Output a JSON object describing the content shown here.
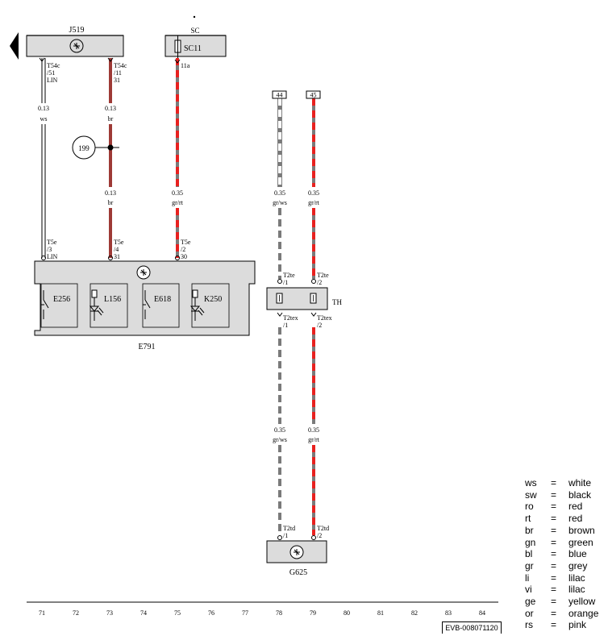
{
  "components": {
    "j519": "J519",
    "sc": "SC",
    "sc11": "SC11",
    "e791": "E791",
    "e256": "E256",
    "l156": "L156",
    "e618": "E618",
    "k250": "K250",
    "th": "TH",
    "g625": "G625",
    "ref_199": "199"
  },
  "connectors": {
    "w1_top_a": "T54c",
    "w1_top_b": "/51",
    "w1_top_c": "LIN",
    "w2_top_a": "T54c",
    "w2_top_b": "/11",
    "w2_top_c": "31",
    "w3_top": "11a",
    "w1_bot_a": "T5e",
    "w1_bot_b": "/3",
    "w1_bot_c": "LIN",
    "w2_bot_a": "T5e",
    "w2_bot_b": "/4",
    "w2_bot_c": "31",
    "w3_bot_a": "T5e",
    "w3_bot_b": "/2",
    "w3_bot_c": "30",
    "box44": "44",
    "box45": "45",
    "w4_t2te_a": "T2te",
    "w4_t2te_b": "/1",
    "w5_t2te_a": "T2te",
    "w5_t2te_b": "/2",
    "w4_t2tex_a": "T2tex",
    "w4_t2tex_b": "/1",
    "w5_t2tex_a": "T2tex",
    "w5_t2tex_b": "/2",
    "w4_t2td_a": "T2td",
    "w4_t2td_b": "/1",
    "w5_t2td_a": "T2td",
    "w5_t2td_b": "/2"
  },
  "wires": {
    "w1_size": "0.13",
    "w1_color": "ws",
    "w2a_size": "0.13",
    "w2a_color": "br",
    "w2b_size": "0.13",
    "w2b_color": "br",
    "w3_size": "0.35",
    "w3_color": "gr/rt",
    "w4a_size": "0.35",
    "w4a_color": "gr/ws",
    "w5a_size": "0.35",
    "w5a_color": "gr/rt",
    "w4b_size": "0.35",
    "w4b_color": "gr/ws",
    "w5b_size": "0.35",
    "w5b_color": "gr/rt"
  },
  "colors": {
    "red": "#e8211f",
    "grey": "#7a7a7a",
    "brown": "#9e3a36",
    "panel": "#dcdcdc"
  },
  "ruler": [
    "71",
    "72",
    "73",
    "74",
    "75",
    "76",
    "77",
    "78",
    "79",
    "80",
    "81",
    "82",
    "83",
    "84"
  ],
  "legend": [
    {
      "code": "ws",
      "eq": "=",
      "name": "white"
    },
    {
      "code": "sw",
      "eq": "=",
      "name": "black"
    },
    {
      "code": "ro",
      "eq": "=",
      "name": "red"
    },
    {
      "code": "rt",
      "eq": "=",
      "name": "red"
    },
    {
      "code": "br",
      "eq": "=",
      "name": "brown"
    },
    {
      "code": "gn",
      "eq": "=",
      "name": "green"
    },
    {
      "code": "bl",
      "eq": "=",
      "name": "blue"
    },
    {
      "code": "gr",
      "eq": "=",
      "name": "grey"
    },
    {
      "code": "li",
      "eq": "=",
      "name": "lilac"
    },
    {
      "code": "vi",
      "eq": "=",
      "name": "lilac"
    },
    {
      "code": "ge",
      "eq": "=",
      "name": "yellow"
    },
    {
      "code": "or",
      "eq": "=",
      "name": "orange"
    },
    {
      "code": "rs",
      "eq": "=",
      "name": "pink"
    }
  ],
  "doc_id": "EVB-008071120"
}
